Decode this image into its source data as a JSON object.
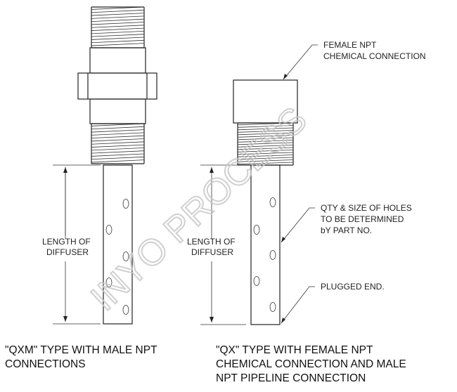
{
  "watermark": "INYO PROCESS",
  "left_fitting": {
    "dimension_label_line1": "LENGTH OF",
    "dimension_label_line2": "DIFFUSER",
    "caption_line1": "\"QXM\" TYPE WITH MALE NPT",
    "caption_line2": "CONNECTIONS"
  },
  "right_fitting": {
    "dimension_label_line1": "LENGTH OF",
    "dimension_label_line2": "DIFFUSER",
    "callout_female_line1": "FEMALE NPT",
    "callout_female_line2": "CHEMICAL CONNECTION",
    "callout_holes_line1": "QTY & SIZE OF HOLES",
    "callout_holes_line2": "TO BE DETERMINED",
    "callout_holes_line3": "bY PART NO.",
    "callout_plug": "PLUGGED END.",
    "caption_line1": "\"QX\" TYPE WITH  FEMALE NPT",
    "caption_line2": "CHEMICAL CONNECTION AND MALE",
    "caption_line3": "NPT PIPELINE CONNECTION"
  }
}
